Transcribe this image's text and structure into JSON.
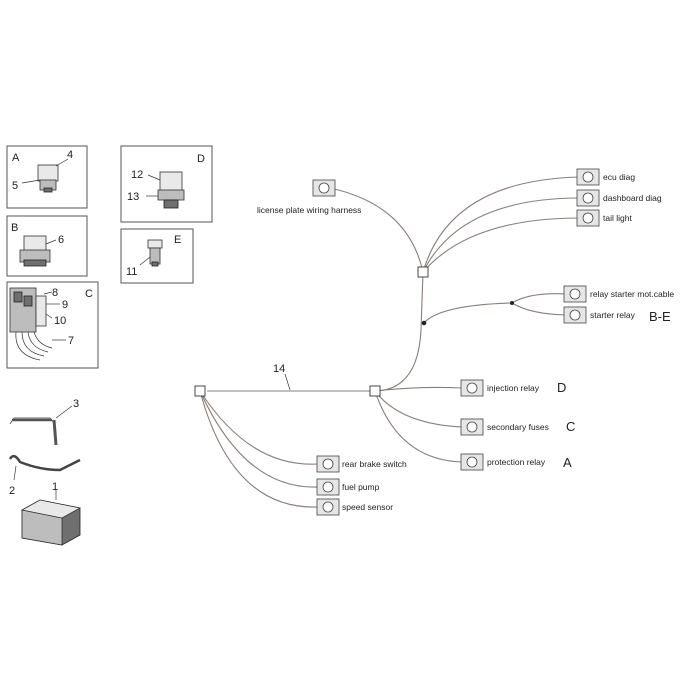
{
  "harness_number": "14",
  "connectors": {
    "license_plate": "license plate wiring harness",
    "ecu_diag": "ecu diag",
    "dashboard_diag": "dashboard diag",
    "tail_light": "tail light",
    "relay_starter_mot": "relay starter mot.cable",
    "starter_relay": "starter relay",
    "starter_relay_ref": "B-E",
    "injection_relay": "injection relay",
    "injection_relay_ref": "D",
    "secondary_fuses": "secondary fuses",
    "secondary_fuses_ref": "C",
    "protection_relay": "protection relay",
    "protection_relay_ref": "A",
    "rear_brake_switch": "rear brake switch",
    "fuel_pump": "fuel pump",
    "speed_sensor": "speed sensor"
  },
  "detail_boxes": {
    "A": {
      "letter": "A",
      "parts": [
        "4",
        "5"
      ]
    },
    "B": {
      "letter": "B",
      "parts": [
        "6"
      ]
    },
    "C": {
      "letter": "C",
      "parts": [
        "8",
        "9",
        "10",
        "7"
      ]
    },
    "D": {
      "letter": "D",
      "parts": [
        "12",
        "13"
      ]
    },
    "E": {
      "letter": "E",
      "parts": [
        "11"
      ]
    }
  },
  "loose_parts": [
    "3",
    "2",
    "1"
  ]
}
